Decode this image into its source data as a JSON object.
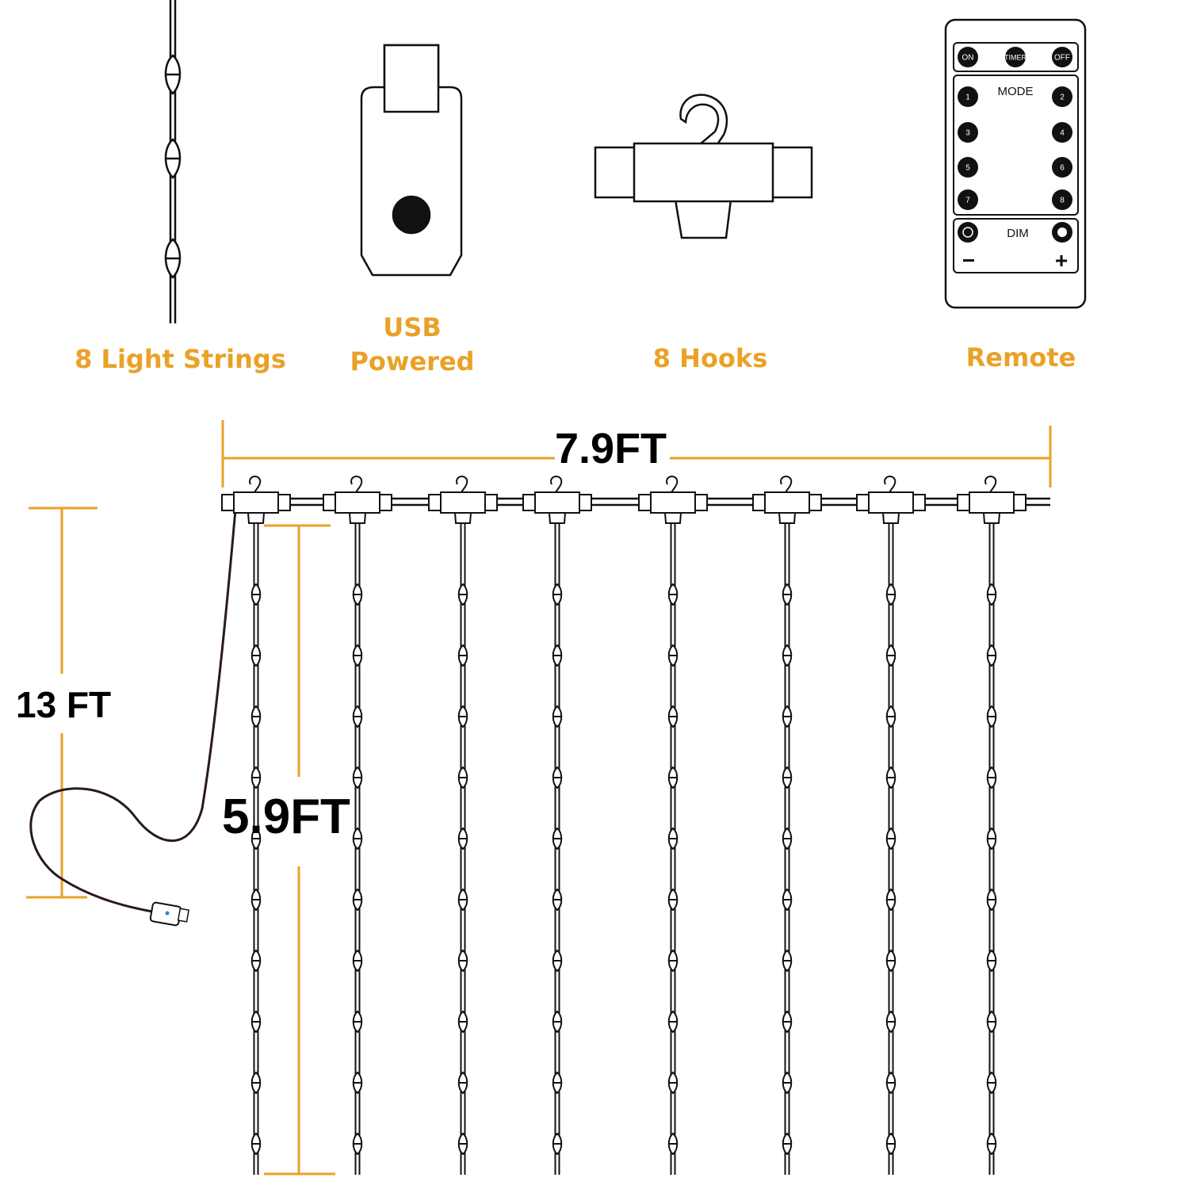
{
  "accent_color": "#E9A227",
  "line_color": "#111111",
  "components": {
    "strings_label": "8 Light Strings",
    "usb_label_line1": "USB",
    "usb_label_line2": "Powered",
    "hooks_label": "8 Hooks",
    "remote_label": "Remote"
  },
  "remote": {
    "top_buttons": [
      "ON",
      "TIMER",
      "OFF"
    ],
    "mode_label": "MODE",
    "mode_buttons": [
      "1",
      "2",
      "3",
      "4",
      "5",
      "6",
      "7",
      "8"
    ],
    "dim_label": "DIM",
    "minus": "−",
    "plus": "+"
  },
  "dimensions": {
    "width": "7.9FT",
    "cable_length": "13 FT",
    "string_length": "5.9FT"
  },
  "curtain": {
    "string_count": 8,
    "hook_count": 8
  }
}
